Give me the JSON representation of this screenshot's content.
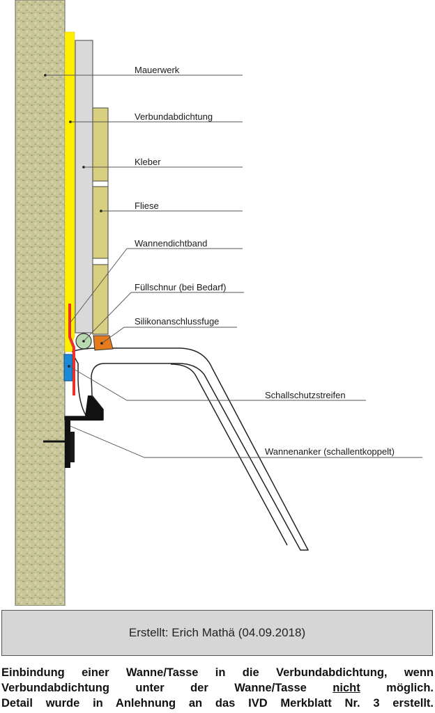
{
  "labels": {
    "mauerwerk": "Mauerwerk",
    "verbundabdichtung": "Verbundabdichtung",
    "kleber": "Kleber",
    "fliese": "Fliese",
    "wannendichtband": "Wannendichtband",
    "fuellschnur": "Füllschnur (bei Bedarf)",
    "silikon": "Silikonanschlussfuge",
    "schallschutz": "Schallschutzstreifen",
    "wannenanker": "Wannenanker (schallentkoppelt)"
  },
  "footer": {
    "credit": "Erstellt: Erich Mathä (04.09.2018)"
  },
  "caption": {
    "line1": "Einbindung einer Wanne/Tasse in die Verbundabdichtung, wenn",
    "line2_pre": "Verbundabdichtung unter der Wanne/Tasse ",
    "line2_emph": "nicht",
    "line2_post": " möglich.",
    "line3": "Detail wurde in Anlehnung an das IVD Merkblatt Nr. 3 erstellt."
  },
  "colors": {
    "wall": "#c9c79a",
    "sealing": "#ffee00",
    "adhesive": "#d9d9d9",
    "tile": "#d8cf80",
    "tape": "#e8322a",
    "filler": "#b9d9b0",
    "silicone": "#e57b1c",
    "sound_strip": "#1e88d8"
  }
}
